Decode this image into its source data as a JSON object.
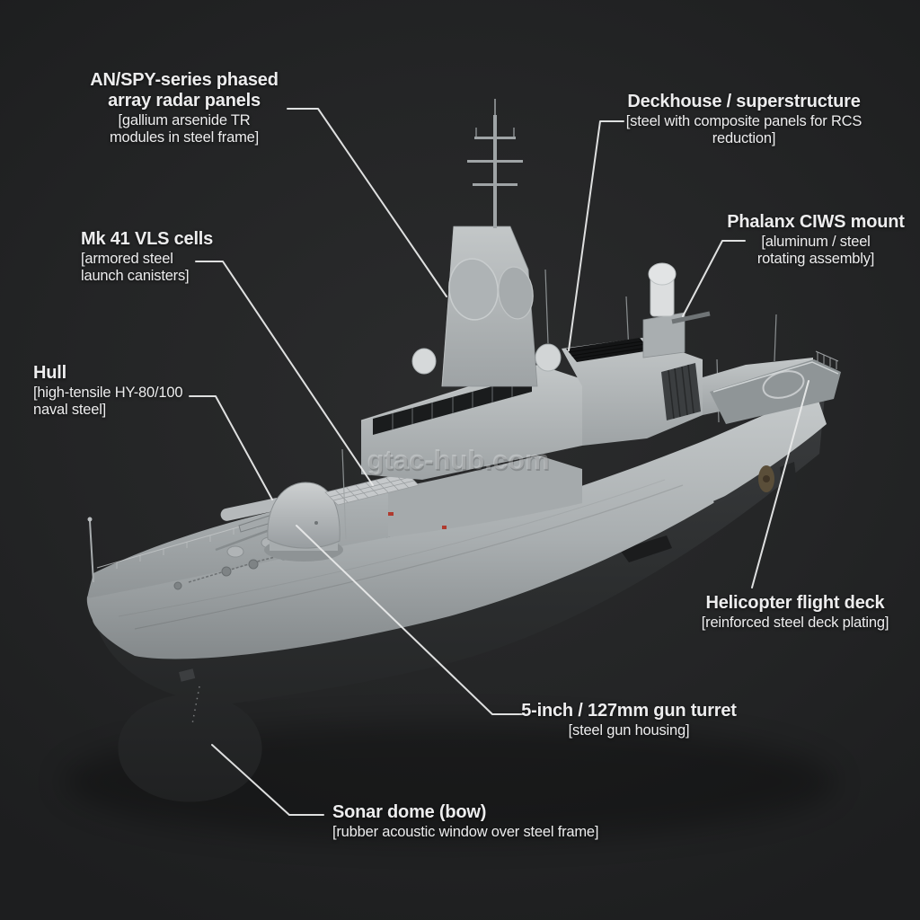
{
  "watermark": "gtac-hub.com",
  "labels": {
    "radar": {
      "title": "AN/SPY-series phased array radar panels",
      "sub": "[gallium arsenide TR modules in steel frame]"
    },
    "deckhouse": {
      "title": "Deckhouse / superstructure",
      "sub": "[steel with composite panels for RCS reduction]"
    },
    "phalanx": {
      "title": "Phalanx CIWS mount",
      "sub": "[aluminum / steel rotating assembly]"
    },
    "vls": {
      "title": "Mk 41 VLS cells",
      "sub": "[armored steel launch canisters]"
    },
    "hull": {
      "title": "Hull",
      "sub": "[high-tensile HY-80/100 naval steel]"
    },
    "flight_deck": {
      "title": "Helicopter flight deck",
      "sub": "[reinforced steel deck plating]"
    },
    "gun": {
      "title": "5-inch / 127mm gun turret",
      "sub": "[steel gun housing]"
    },
    "sonar": {
      "title": "Sonar dome (bow)",
      "sub": "[rubber acoustic window over steel frame]"
    }
  },
  "colors": {
    "background": "#222324",
    "label_text": "#ededee",
    "leader_line": "#e9eaea",
    "hull_light": "#b7bbbd",
    "hull_dark": "#2a2c2d",
    "deck_gray": "#9aa0a2",
    "window_dark": "#1a1c1d"
  }
}
